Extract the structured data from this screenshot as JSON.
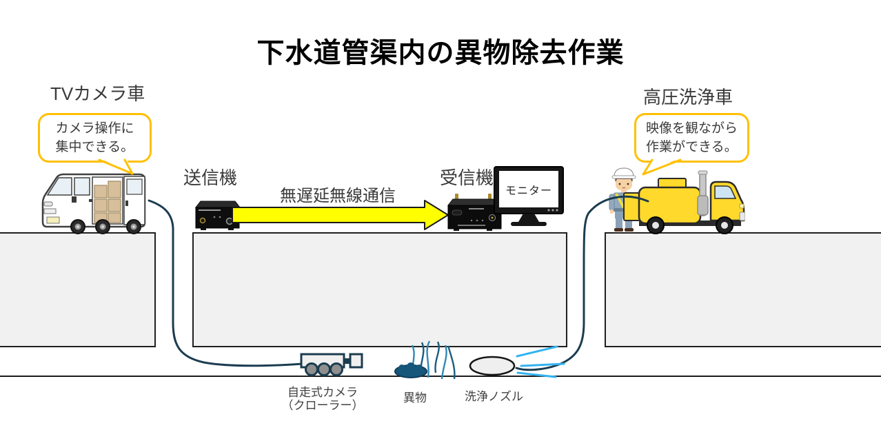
{
  "title": "下水道管渠内の異物除去作業",
  "tv_camera": {
    "label": "TVカメラ車",
    "bubble_line1": "カメラ操作に",
    "bubble_line2": "集中できる。"
  },
  "transmitter": {
    "label": "送信機"
  },
  "wireless": {
    "label": "無遅延無線通信"
  },
  "receiver": {
    "label": "受信機"
  },
  "monitor": {
    "label": "モニター"
  },
  "washer": {
    "label": "高圧洗浄車",
    "bubble_line1": "映像を観ながら",
    "bubble_line2": "作業ができる。"
  },
  "underground": {
    "crawler_line1": "自走式カメラ",
    "crawler_line2": "（クローラー）",
    "debris": "異物",
    "nozzle": "洗浄ノズル"
  },
  "colors": {
    "bubble_border": "#FFC000",
    "arrow_fill": "#FFFF00",
    "truck_yellow": "#FFD92B",
    "cable": "#1b3c50",
    "spray": "#33B3F0",
    "ground_fill": "#F1F1F1",
    "debris_blue": "#16567A"
  }
}
